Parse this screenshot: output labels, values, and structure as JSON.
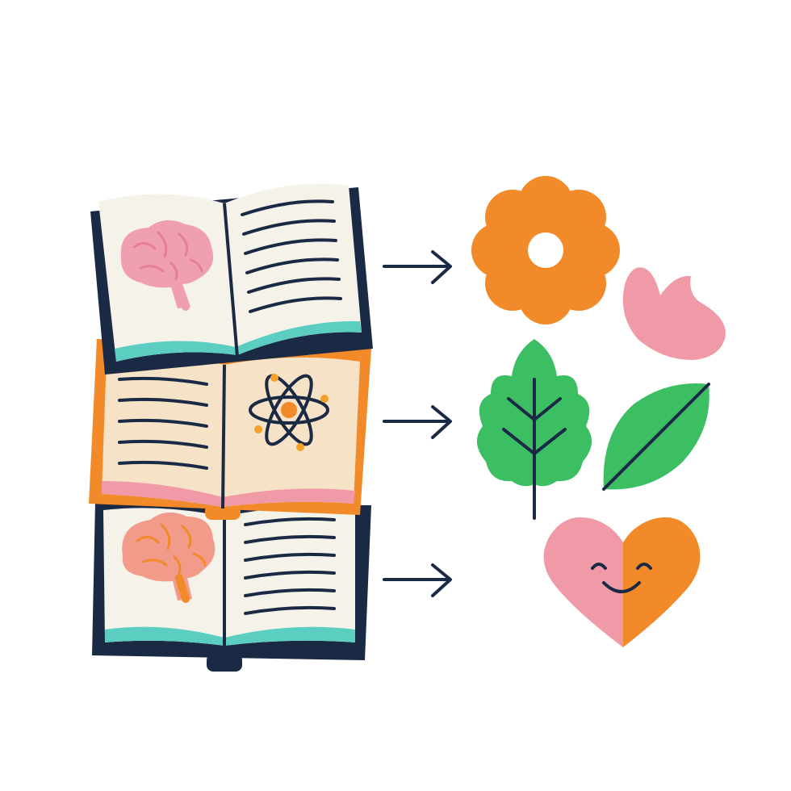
{
  "palette": {
    "navy": "#1b2a44",
    "orange": "#f28a2a",
    "pink": "#ef9aa6",
    "teal": "#5ccdc1",
    "green": "#3cbf63",
    "cream_page": "#f5f2ea",
    "tan_page": "#f6e2c6",
    "brain_pink": "#ef9fb0",
    "brain_salmon": "#f29b8a"
  },
  "rows": [
    {
      "book": "book-brain",
      "arrow": "arrow-right",
      "outcome": [
        "flower",
        "tulip"
      ]
    },
    {
      "book": "book-atom",
      "arrow": "arrow-right",
      "outcome": [
        "oak-leaf",
        "leaf"
      ]
    },
    {
      "book": "book-brain",
      "arrow": "arrow-right",
      "outcome": [
        "smiling-heart"
      ]
    }
  ]
}
